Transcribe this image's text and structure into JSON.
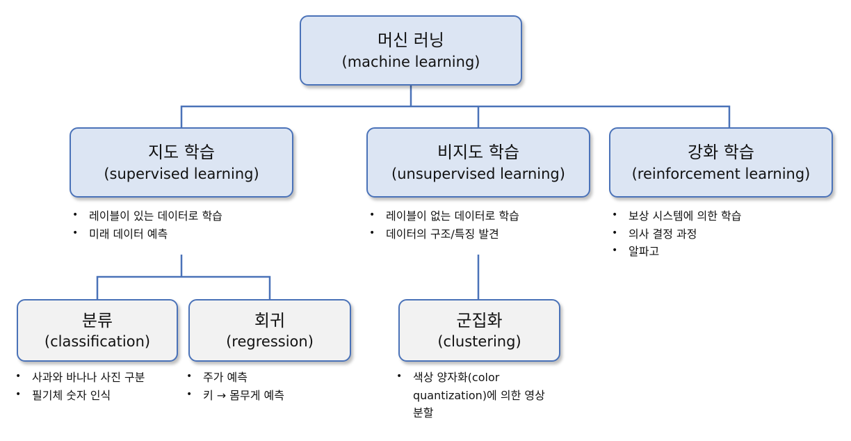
{
  "colors": {
    "border": "#4a72b8",
    "connector": "#4a72b8",
    "level_fill": "#dce5f3",
    "leaf_fill": "#f2f2f2"
  },
  "root": {
    "ko": "머신 러닝",
    "en": "(machine learning)"
  },
  "categories": [
    {
      "ko": "지도 학습",
      "en": "(supervised learning)",
      "bullets": [
        "레이블이 있는 데이터로 학습",
        "미래 데이터 예측"
      ]
    },
    {
      "ko": "비지도 학습",
      "en": "(unsupervised learning)",
      "bullets": [
        "레이블이 없는 데이터로 학습",
        "데이터의 구조/특징 발견"
      ]
    },
    {
      "ko": "강화 학습",
      "en": "(reinforcement learning)",
      "bullets": [
        "보상 시스템에 의한 학습",
        "의사 결정 과정",
        "알파고"
      ]
    }
  ],
  "subcategories": [
    {
      "ko": "분류",
      "en": "(classification)",
      "bullets": [
        "사과와 바나나 사진 구분",
        "필기체 숫자 인식"
      ]
    },
    {
      "ko": "회귀",
      "en": "(regression)",
      "bullets": [
        "주가 예측",
        "키 → 몸무게 예측"
      ]
    },
    {
      "ko": "군집화",
      "en": "(clustering)",
      "bullets": [
        "색상 양자화(color quantization)에 의한 영상 분할"
      ]
    }
  ]
}
